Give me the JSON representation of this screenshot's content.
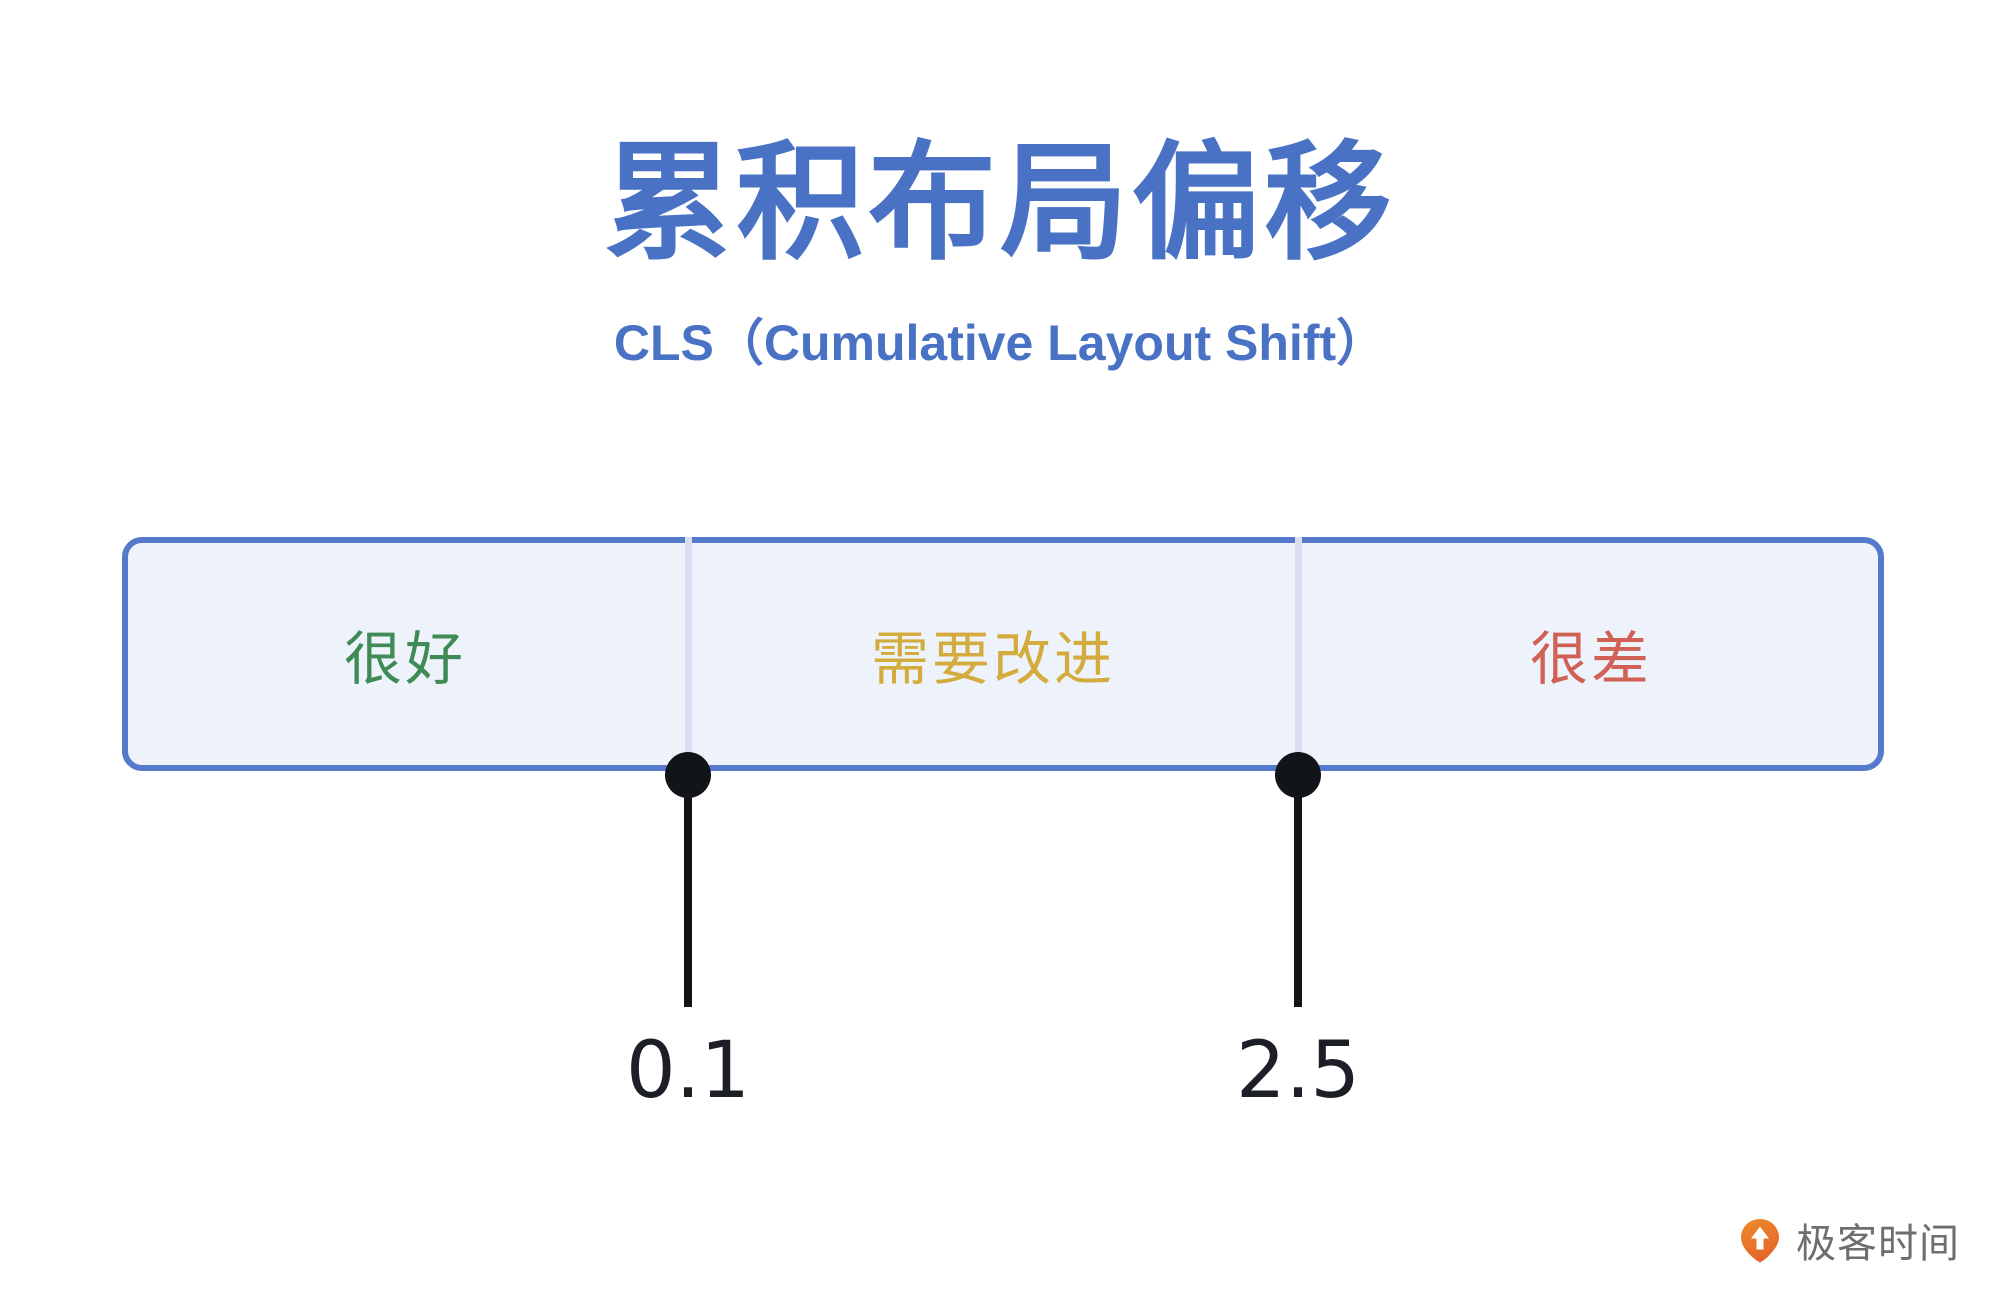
{
  "header": {
    "title": "累积布局偏移",
    "subtitle": "CLS（Cumulative Layout Shift）",
    "title_color": "#4A72C4"
  },
  "scale": {
    "bar_border_color": "#5579CB",
    "bar_fill_color": "#EEF2FB",
    "divider_color": "#D9DEF2",
    "segments": [
      {
        "label": "很好",
        "color": "#3E8B55"
      },
      {
        "label": "需要改进",
        "color": "#D4AC3E"
      },
      {
        "label": "很差",
        "color": "#D16055"
      }
    ],
    "thresholds": [
      {
        "value": "0.1"
      },
      {
        "value": "2.5"
      }
    ],
    "marker_color": "#111418"
  },
  "logo": {
    "text": "极客时间",
    "icon": "geektime-pin-icon",
    "icon_color": "#EE7C30",
    "text_color": "#6E6E6E"
  },
  "chart_data": {
    "type": "bar",
    "title": "累积布局偏移",
    "subtitle": "CLS（Cumulative Layout Shift）",
    "categories": [
      "很好",
      "需要改进",
      "很差"
    ],
    "thresholds": [
      0.1,
      2.5
    ],
    "xlabel": "",
    "ylabel": "",
    "grid": false,
    "legend": "none",
    "annotations": [
      "0.1",
      "2.5"
    ]
  }
}
